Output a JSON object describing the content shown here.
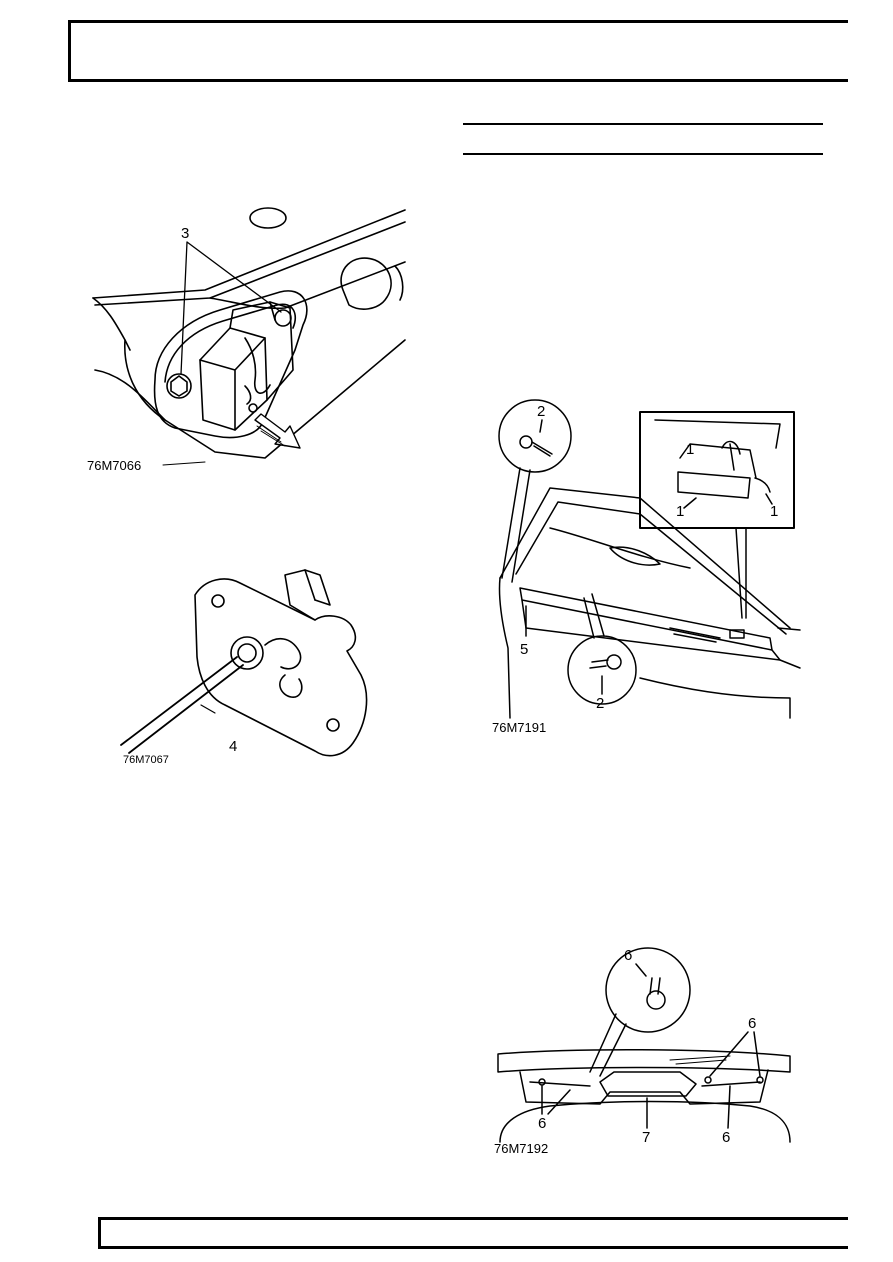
{
  "fig1": {
    "ref": "76M7066",
    "callouts": [
      "3"
    ]
  },
  "fig2": {
    "ref": "76M7067",
    "callouts": [
      "4"
    ]
  },
  "fig3": {
    "ref": "76M7191",
    "callouts": [
      "2",
      "2",
      "1",
      "1",
      "1",
      "5"
    ]
  },
  "fig4": {
    "ref": "76M7192",
    "callouts": [
      "6",
      "6",
      "6",
      "6",
      "7"
    ]
  }
}
